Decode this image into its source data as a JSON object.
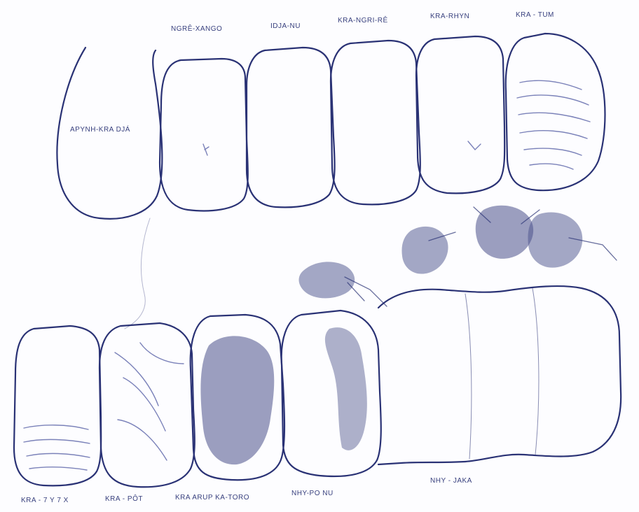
{
  "figure": {
    "ink_color": "#2a3275",
    "shade_color": "#5a63a8",
    "paper_color": "#fdfdff"
  },
  "labels": {
    "upper_first": "NGRÊ-XANGO",
    "upper_second": "IDJA-NU",
    "upper_third": "KRA-NGRI-RÊ",
    "upper_fourth": "KRA-RHYN",
    "upper_fifth": "KRA - TUM",
    "sac": "APYNH-KRA DJÁ",
    "lower_first": "KRA - 7 Y 7 X",
    "lower_second": "KRA - PÔT",
    "lower_third": "KRA ARUP KA-TORO",
    "lower_fourth": "NHY-PO NU",
    "lower_right": "NHY - JAKA"
  }
}
